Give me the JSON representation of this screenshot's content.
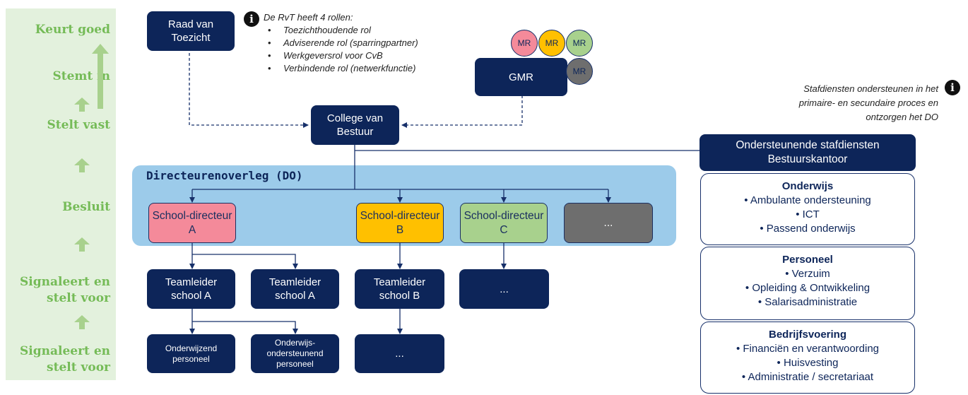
{
  "colors": {
    "navy": "#0d2559",
    "side_bg": "#e3f1dd",
    "side_text": "#75bb57",
    "do_region": "#9ccbea",
    "pink": "#f48a9a",
    "yellow": "#ffc000",
    "green": "#a8d18d",
    "gray": "#6e6e6e"
  },
  "side": {
    "steps": [
      "Keurt goed",
      "Stemt in",
      "Stelt vast",
      "Besluit",
      "Signaleert en stelt voor",
      "Signaleert en stelt voor"
    ]
  },
  "rvt": {
    "label": "Raad van Toezicht",
    "note_title": "De RvT heeft 4 rollen:",
    "roles": [
      "Toezichthoudende rol",
      "Adviserende rol (sparringpartner)",
      "Werkgeversrol voor CvB",
      "Verbindende rol (netwerkfunctie)"
    ]
  },
  "gmr": {
    "label": "GMR",
    "mr_circles": [
      {
        "label": "MR",
        "color": "#f48a9a"
      },
      {
        "label": "MR",
        "color": "#ffc000"
      },
      {
        "label": "MR",
        "color": "#a8d18d"
      },
      {
        "label": "MR",
        "color": "#6e6e6e"
      }
    ]
  },
  "cvb": {
    "label": "College van Bestuur"
  },
  "do": {
    "title": "Directeurenoverleg (DO)"
  },
  "directors": [
    {
      "label": "School-directeur A",
      "color": "#f48a9a"
    },
    {
      "label": "School-directeur B",
      "color": "#ffc000"
    },
    {
      "label": "School-directeur C",
      "color": "#a8d18d"
    },
    {
      "label": "...",
      "color": "#6e6e6e"
    }
  ],
  "teamleaders": [
    "Teamleider school A",
    "Teamleider school A",
    "Teamleider school B",
    "..."
  ],
  "staff": [
    "Onderwijzend personeel",
    "Onderwijs-ondersteunend personeel",
    "..."
  ],
  "services": {
    "note": "Stafdiensten ondersteunen in het primaire- en secundaire proces en ontzorgen het DO",
    "header": "Ondersteunende stafdiensten Bestuurskantoor",
    "groups": [
      {
        "title": "Onderwijs",
        "items": [
          "Ambulante ondersteuning",
          "ICT",
          "Passend onderwijs"
        ]
      },
      {
        "title": "Personeel",
        "items": [
          "Verzuim",
          "Opleiding & Ontwikkeling",
          "Salarisadministratie"
        ]
      },
      {
        "title": "Bedrijfsvoering",
        "items": [
          "Financiën en verantwoording",
          "Huisvesting",
          "Administratie / secretariaat"
        ]
      }
    ]
  }
}
